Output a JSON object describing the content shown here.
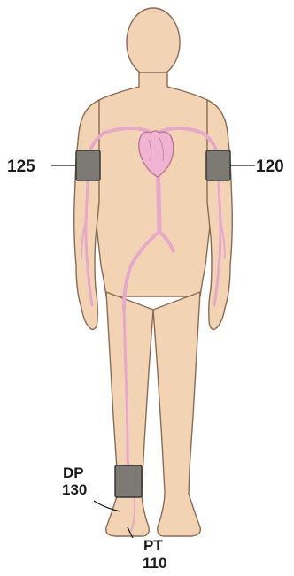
{
  "labels": {
    "right_arm": "125",
    "left_arm": "120",
    "ankle_dp_name": "DP",
    "ankle_dp_value": "130",
    "ankle_pt_name": "PT",
    "ankle_pt_value": "110"
  },
  "colors": {
    "skin": "#f2d4b4",
    "skin_outline": "#8a6a55",
    "vessel": "#e7a9c9",
    "vessel_outline": "#b86f95",
    "heart": "#f0b4d2",
    "cuff": "#7d7a74",
    "cuff_outline": "#3a3834",
    "text": "#1b1b1b"
  }
}
